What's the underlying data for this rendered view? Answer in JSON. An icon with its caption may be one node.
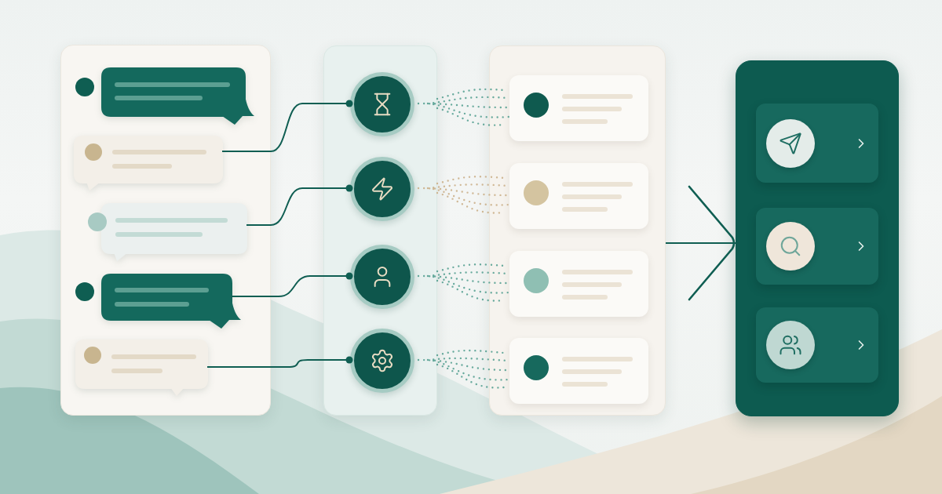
{
  "diagram": {
    "nodes": [
      {
        "text": [],
        "shape": "box"
      },
      {
        "text": [],
        "shape": "bubble",
        "in": 0
      },
      {
        "text": [],
        "shape": "bubble",
        "in": 0
      },
      {
        "text": [],
        "shape": "bubble",
        "in": 0
      },
      {
        "text": [],
        "shape": "bubble",
        "in": 0
      },
      {
        "text": [],
        "shape": "bubble",
        "in": 0
      },
      {
        "text": [],
        "shape": "box"
      },
      {
        "text": [],
        "shape": "circle",
        "in": 6
      },
      {
        "text": [],
        "shape": "circle",
        "in": 6
      },
      {
        "text": [],
        "shape": "circle",
        "in": 6
      },
      {
        "text": [],
        "shape": "circle",
        "in": 6
      },
      {
        "text": [],
        "shape": "box"
      },
      {
        "text": [],
        "shape": "box",
        "in": 11
      },
      {
        "text": [],
        "shape": "box",
        "in": 11
      },
      {
        "text": [],
        "shape": "box",
        "in": 11
      },
      {
        "text": [],
        "shape": "box",
        "in": 11
      },
      {
        "text": [],
        "shape": "box"
      },
      {
        "text": [],
        "shape": "box",
        "in": 16
      },
      {
        "text": [],
        "shape": "box",
        "in": 16
      },
      {
        "text": [],
        "shape": "box",
        "in": 16
      }
    ],
    "edges": [
      {
        "from": 2,
        "to": 7,
        "arrow": "other"
      },
      {
        "from": 3,
        "to": 8,
        "arrow": "other"
      },
      {
        "from": 4,
        "to": 9,
        "arrow": "other"
      },
      {
        "from": 5,
        "to": 10,
        "arrow": "other"
      },
      {
        "from": 7,
        "to": 12,
        "arrow": "none",
        "style": "dashed",
        "color": "#4f9c8d"
      },
      {
        "from": 8,
        "to": 13,
        "arrow": "none",
        "style": "dashed",
        "color": "#c9ad85"
      },
      {
        "from": 9,
        "to": 14,
        "arrow": "none",
        "style": "dashed",
        "color": "#4f9c8d"
      },
      {
        "from": 10,
        "to": 15,
        "arrow": "none",
        "style": "dashed",
        "color": "#4f9c8d"
      },
      {
        "from": 11,
        "to": 16,
        "arrow": "to"
      }
    ]
  }
}
